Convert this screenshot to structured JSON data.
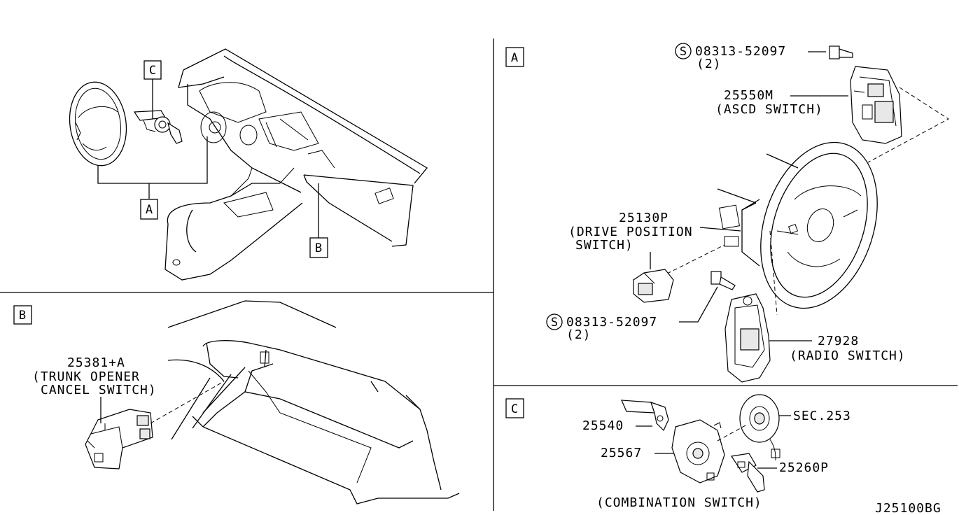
{
  "callouts": {
    "overview_a": "A",
    "overview_b": "B",
    "overview_c": "C",
    "panel_a": "A",
    "panel_b": "B",
    "panel_c": "C"
  },
  "panel_a": {
    "screw_top_symbol": "S",
    "screw_top_part": "08313-52097",
    "screw_top_qty": "(2)",
    "ascd_part": "25550M",
    "ascd_name": "(ASCD SWITCH)",
    "drive_part": "25130P",
    "drive_name_1": "(DRIVE POSITION",
    "drive_name_2": "SWITCH)",
    "screw_bottom_symbol": "S",
    "screw_bottom_part": "08313-52097",
    "screw_bottom_qty": "(2)",
    "radio_part": "27928",
    "radio_name": "(RADIO SWITCH)"
  },
  "panel_b": {
    "trunk_part": "25381+A",
    "trunk_name_1": "(TRUNK OPENER",
    "trunk_name_2": "CANCEL SWITCH)"
  },
  "panel_c": {
    "part_25540": "25540",
    "part_25567": "25567",
    "part_sec": "SEC.253",
    "part_25260p": "25260P",
    "caption": "(COMBINATION SWITCH)"
  },
  "diagram_code": "J25100BG"
}
